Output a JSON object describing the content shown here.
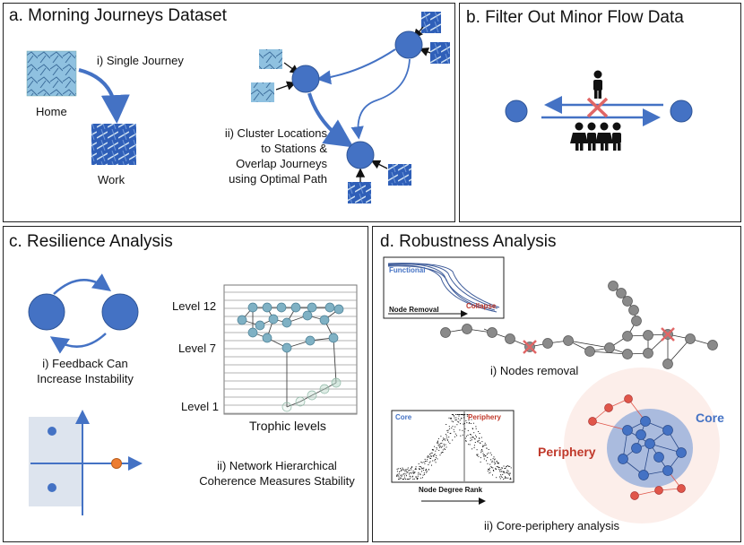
{
  "panel_a": {
    "title": "a. Morning Journeys Dataset",
    "single_journey": "i) Single Journey",
    "home": "Home",
    "work": "Work",
    "cluster_l1": "ii) Cluster Locations",
    "cluster_l2": "to Stations &",
    "cluster_l3": "Overlap Journeys",
    "cluster_l4": "using Optimal Path"
  },
  "panel_b": {
    "title": "b. Filter Out Minor Flow Data"
  },
  "panel_c": {
    "title": "c. Resilience Analysis",
    "feedback_l1": "i) Feedback Can",
    "feedback_l2": "Increase Instability",
    "level12": "Level 12",
    "level7": "Level 7",
    "level1": "Level 1",
    "trophic": "Trophic levels",
    "hier_l1": "ii) Network Hierarchical",
    "hier_l2": "Coherence Measures Stability"
  },
  "panel_d": {
    "title": "d. Robustness Analysis",
    "functional": "Functional",
    "collapse": "Collapse",
    "node_removal": "Node Removal",
    "nodes_removal": "i) Nodes removal",
    "core_small": "Core",
    "periphery_small": "Periphery",
    "degree_rank": "Node Degree Rank",
    "core_big": "Core",
    "periphery_big": "Periphery",
    "core_periphery": "ii) Core-periphery analysis"
  },
  "colors": {
    "node_blue": "#4472c4",
    "node_red": "#e0564a",
    "node_grey": "#8a8a8a",
    "trophic_node": "#7fb1c4",
    "orange": "#ed7d31",
    "cross": "#e06666"
  }
}
